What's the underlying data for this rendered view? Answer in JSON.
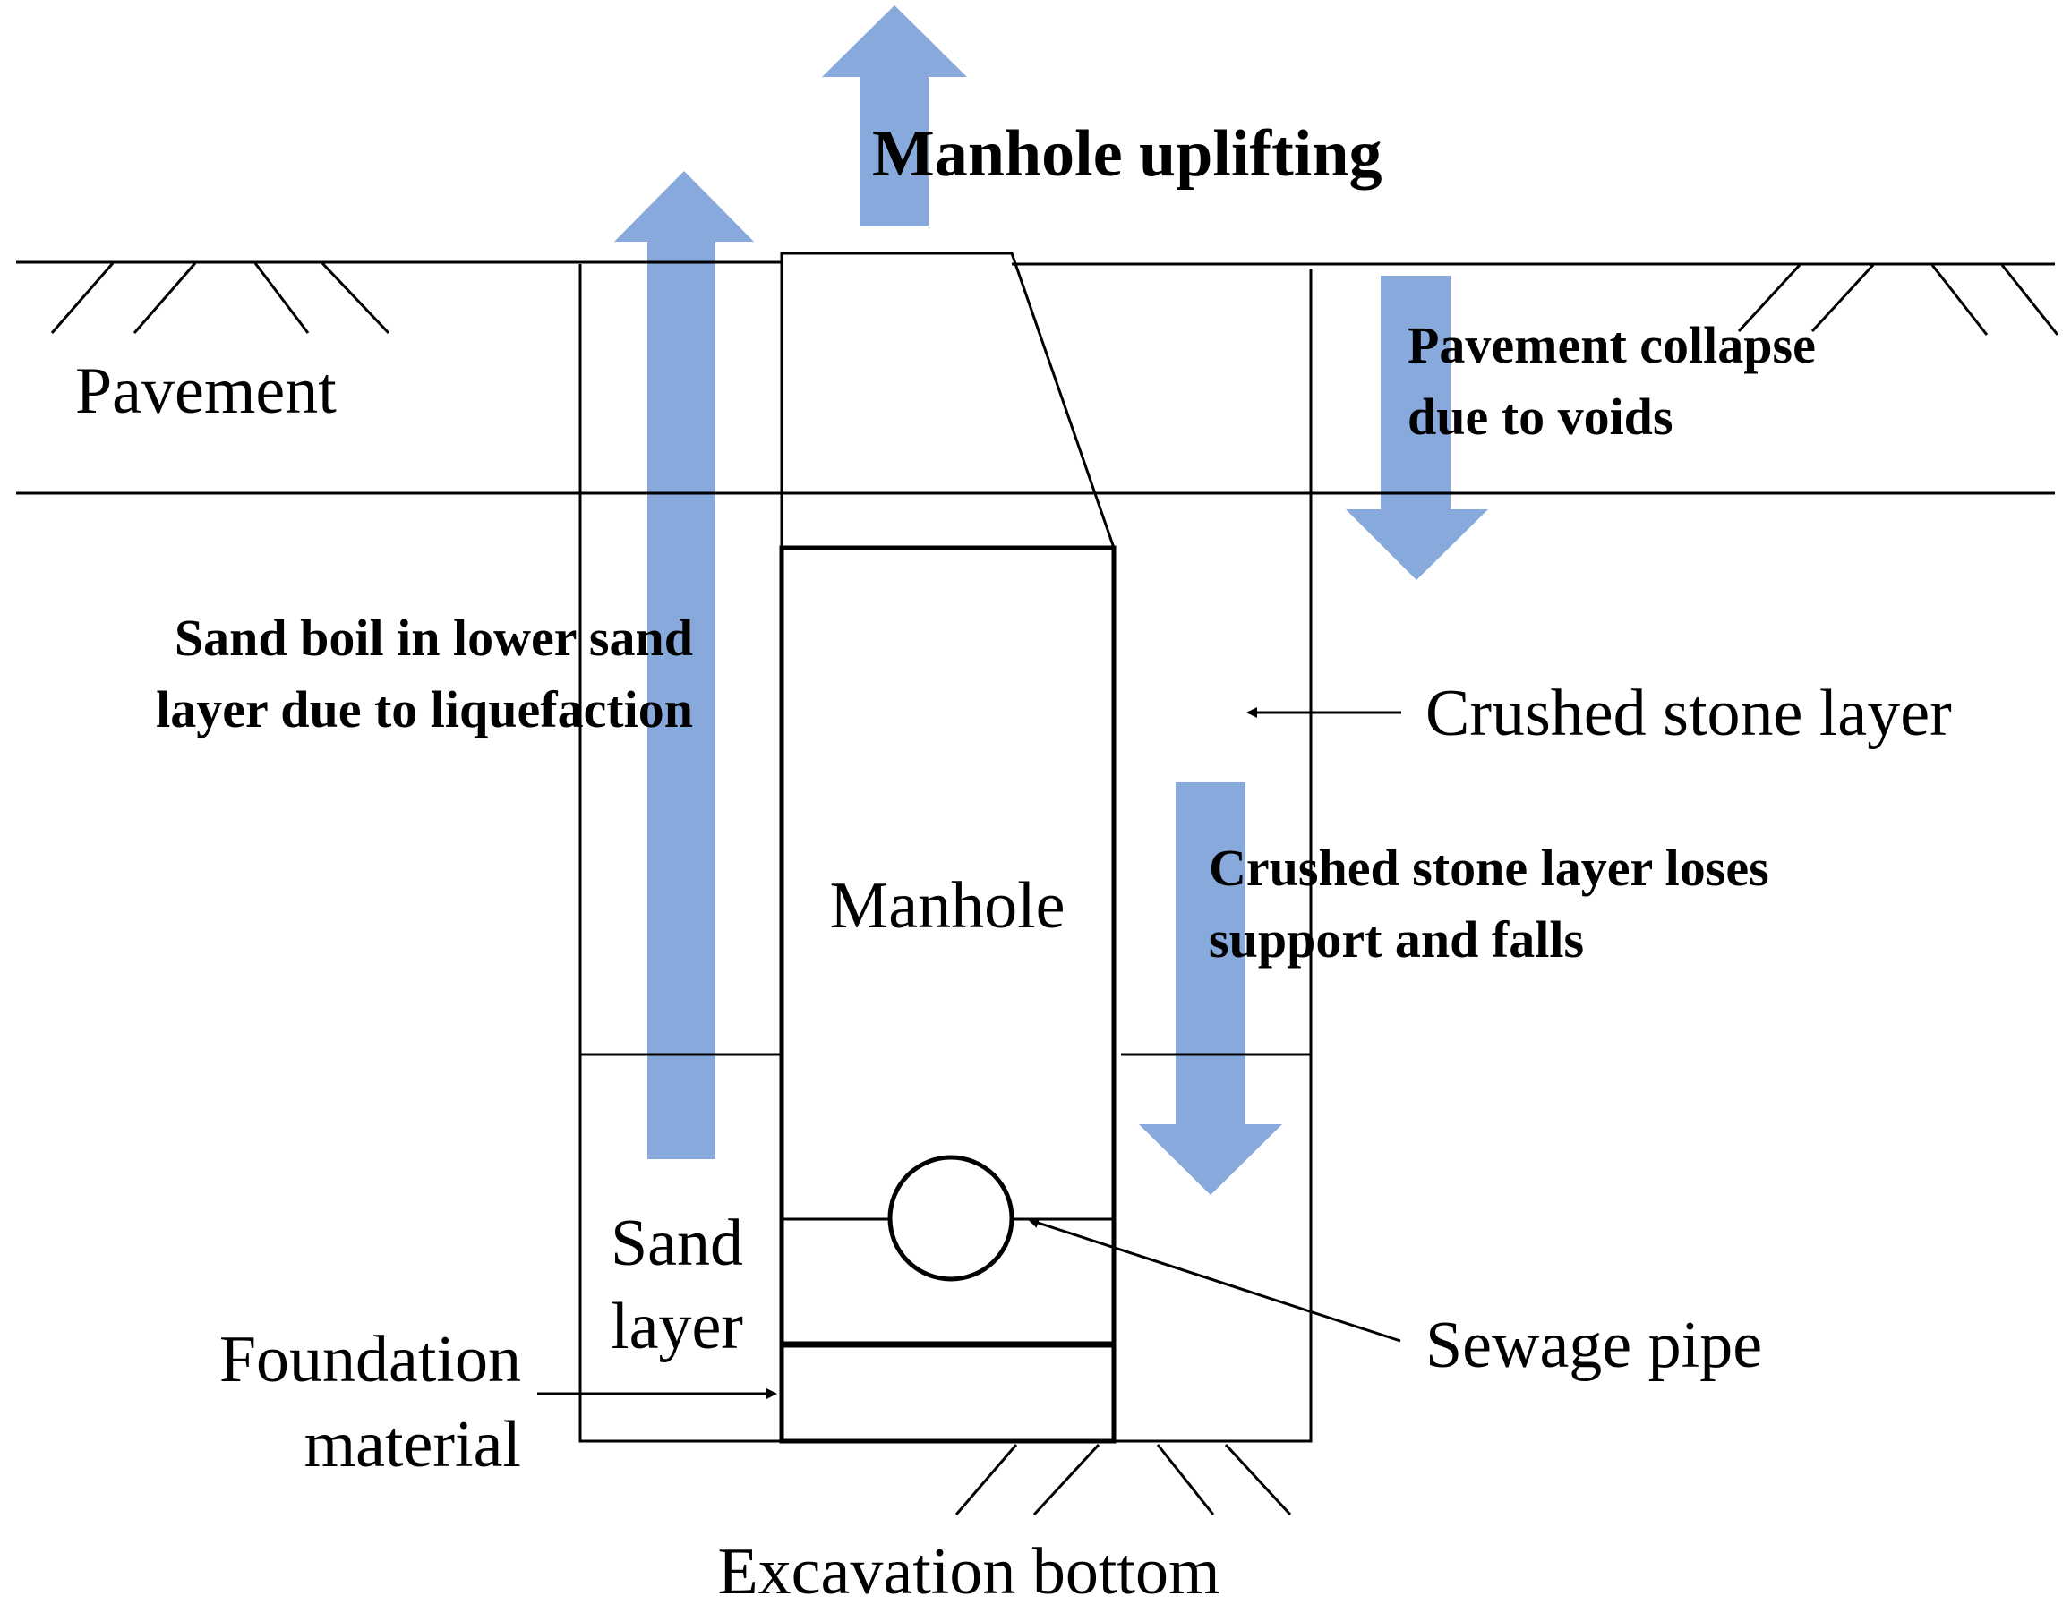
{
  "colors": {
    "arrow_fill": "#87A9DC",
    "line": "#000000",
    "background": "#FFFFFF"
  },
  "labels": {
    "manhole_uplifting": "Manhole uplifting",
    "pavement": "Pavement",
    "pavement_collapse_line1": "Pavement collapse",
    "pavement_collapse_line2": "due to voids",
    "sand_boil_line1": "Sand boil in lower sand",
    "sand_boil_line2": "layer due to liquefaction",
    "crushed_stone_layer": "Crushed stone layer",
    "manhole": "Manhole",
    "crushed_stone_loses_line1": "Crushed stone layer loses",
    "crushed_stone_loses_line2": "support and falls",
    "sand_layer_line1": "Sand",
    "sand_layer_line2": "layer",
    "foundation_line1": "Foundation",
    "foundation_line2": "material",
    "sewage_pipe": "Sewage pipe",
    "excavation_bottom": "Excavation bottom"
  }
}
